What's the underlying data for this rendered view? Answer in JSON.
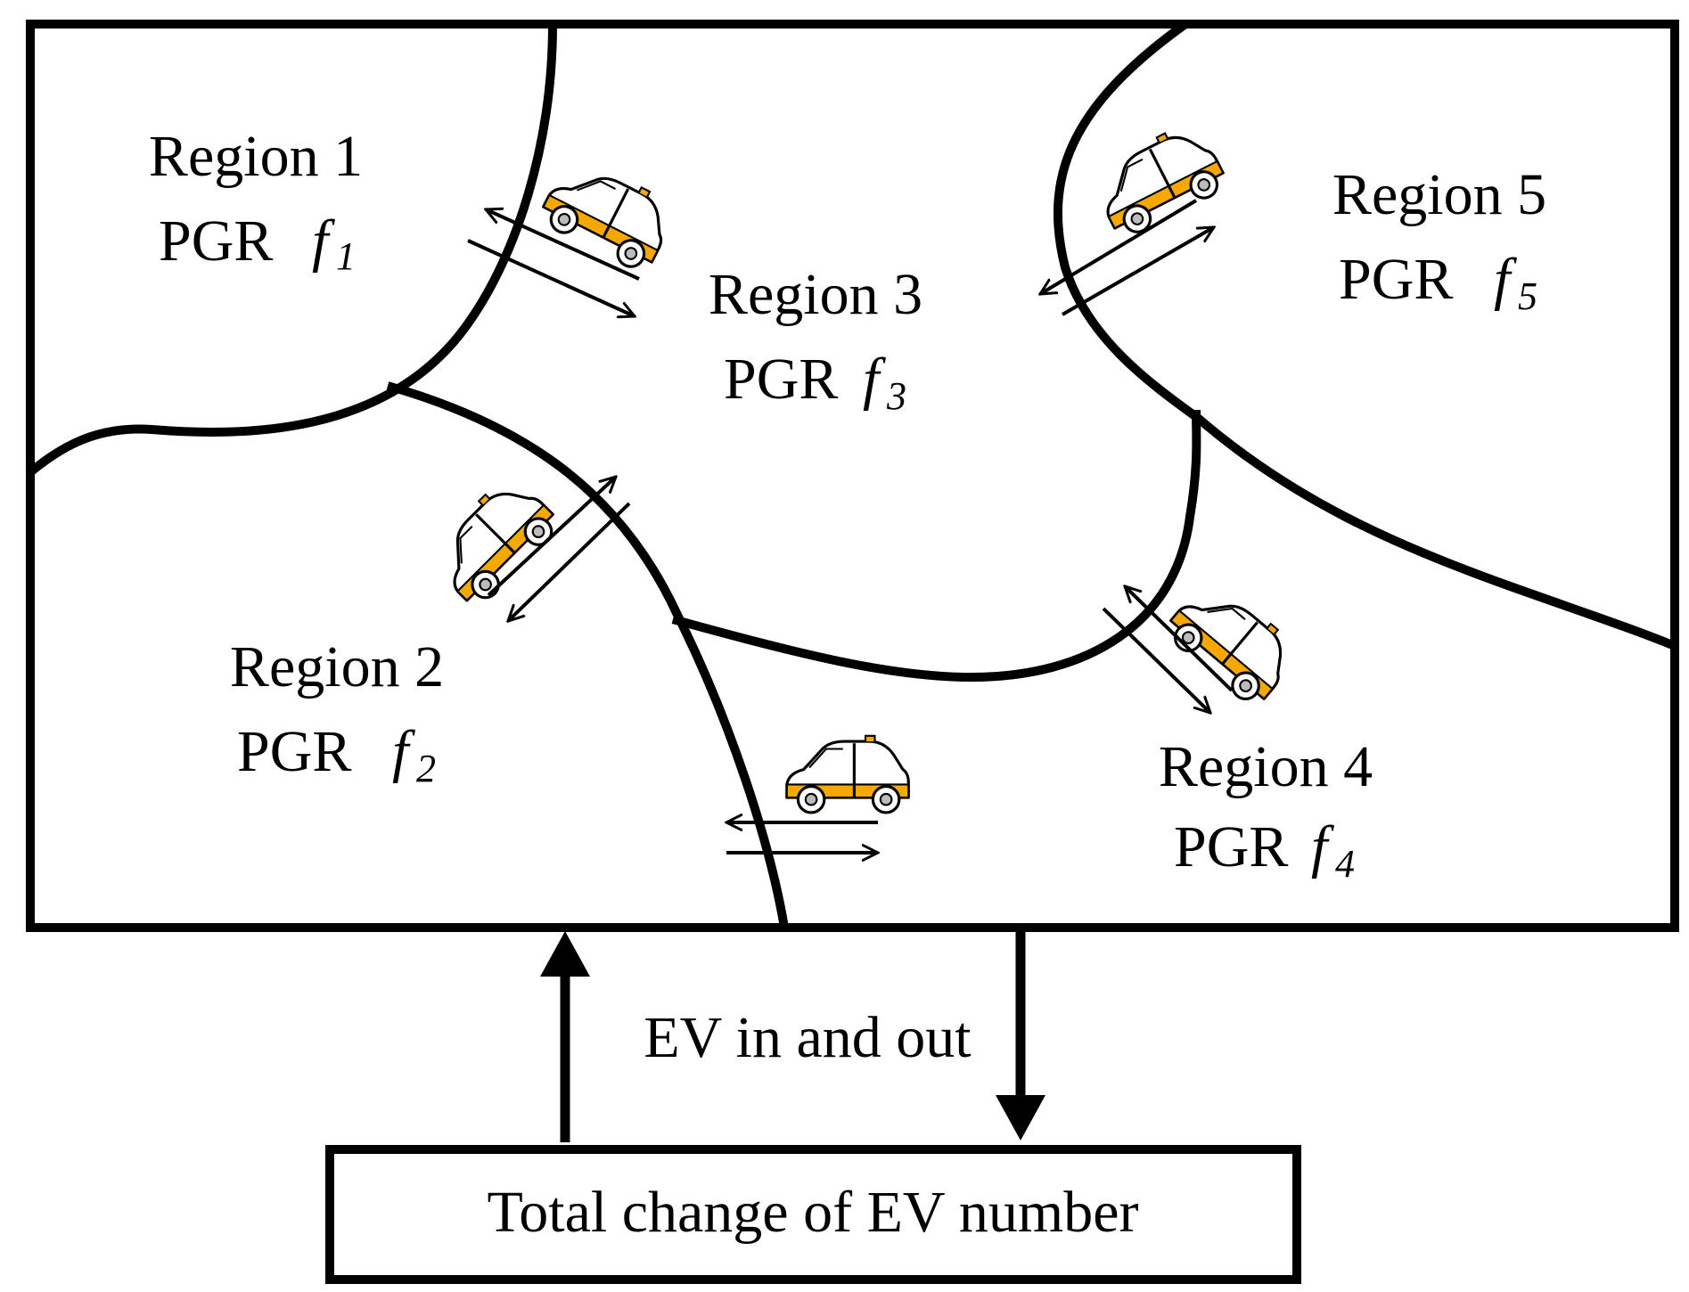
{
  "regions": [
    {
      "name": "Region 1",
      "pgr_prefix": "PGR",
      "symbol": "f",
      "subscript": "1"
    },
    {
      "name": "Region 2",
      "pgr_prefix": "PGR",
      "symbol": "f",
      "subscript": "2"
    },
    {
      "name": "Region 3",
      "pgr_prefix": "PGR",
      "symbol": "f",
      "subscript": "3"
    },
    {
      "name": "Region 4",
      "pgr_prefix": "PGR",
      "symbol": "f",
      "subscript": "4"
    },
    {
      "name": "Region 5",
      "pgr_prefix": "PGR",
      "symbol": "f",
      "subscript": "5"
    }
  ],
  "flow_label": "EV in and out",
  "total_box_label": "Total change of EV number",
  "icons": [
    "car-icon",
    "bidirectional-arrow-icon"
  ],
  "colors": {
    "line": "#000000",
    "car_body": "#ffffff",
    "car_stripe": "#f5a800",
    "background": "#ffffff"
  }
}
